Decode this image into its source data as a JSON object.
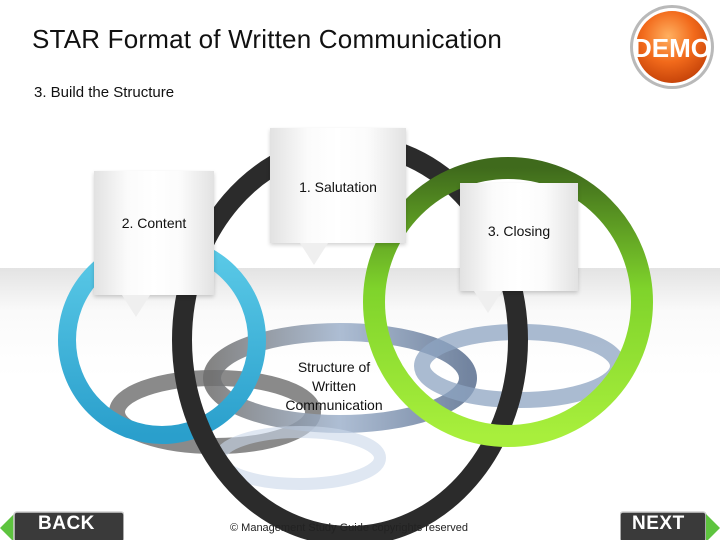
{
  "slide": {
    "title": "STAR Format of Written Communication",
    "subtitle": "3. Build the Structure"
  },
  "badge": {
    "text": "DEMO",
    "color": "#f26a1b"
  },
  "diagram": {
    "center_label": "Structure of\nWritten\nCommunication",
    "callouts": {
      "salutation": "1. Salutation",
      "content": "2. Content",
      "closing": "3. Closing"
    },
    "ring_colors": {
      "content": "#3fb6dc",
      "center": "#2b2b2b",
      "closing": "#7fd32b",
      "closing_dark": "#3f6a1c",
      "base_rings": "#7a8ca4"
    }
  },
  "footer": {
    "copyright": "© Management Study Guide copyrights reserved"
  },
  "nav": {
    "back_label": "BACK",
    "next_label": "NEXT",
    "arrow_color": "#5ec43f"
  }
}
